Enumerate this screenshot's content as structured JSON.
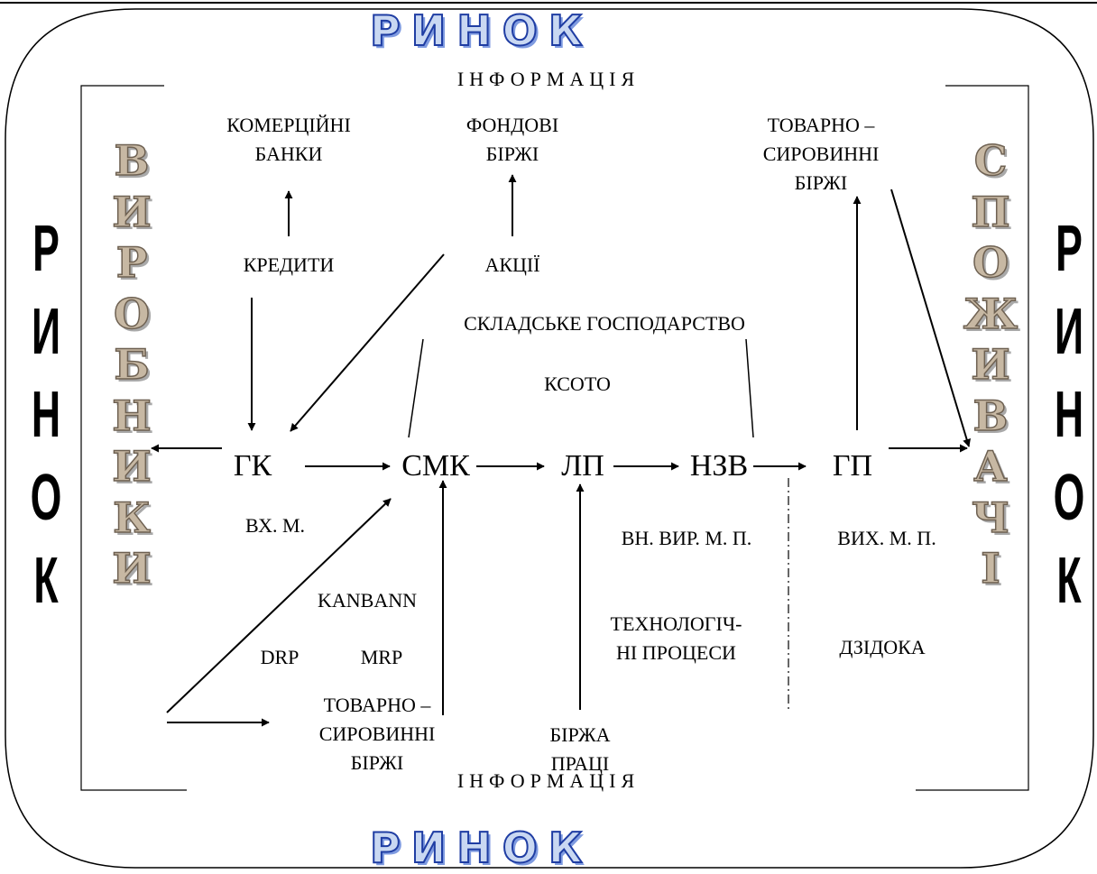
{
  "banner": {
    "top": "РИНОК",
    "bottom": "РИНОК"
  },
  "side": {
    "left": "РИНОК",
    "right": "РИНОК"
  },
  "vertical": {
    "producers": "ВИРОБНИКИ",
    "consumers": "СПОЖИВАЧІ"
  },
  "info": {
    "top": "ІНФОРМАЦІЯ",
    "bottom": "ІНФОРМАЦІЯ"
  },
  "institutions": {
    "banks": "КОМЕРЦІЙНІ\nБАНКИ",
    "stock": "ФОНДОВІ\nБІРЖІ",
    "commodity_top": "ТОВАРНО –\nСИРОВИННІ\nБІРЖІ",
    "commodity_bottom": "ТОВАРНО –\nСИРОВИННІ\nБІРЖІ",
    "labor": "БІРЖА\nПРАЦІ"
  },
  "flows": {
    "credits": "КРЕДИТИ",
    "shares": "АКЦІЇ"
  },
  "storage": {
    "title": "СКЛАДСЬКЕ ГОСПОДАРСТВО",
    "ksoto": "КСОТО"
  },
  "chain": {
    "gk": "ГК",
    "smk": "СМК",
    "lp": "ЛП",
    "nzv": "НЗВ",
    "gp": "ГП"
  },
  "zones": {
    "input": "ВХ. М.",
    "internal": "ВН. ВИР. М. П.",
    "output": "ВИХ. М. П.",
    "kanban": "KANBANN",
    "drp": "DRP",
    "mrp": "MRP",
    "tech": "ТЕХНОЛОГІЧ-\nНІ ПРОЦЕСИ",
    "dzidoka": "ДЗІДОКА"
  }
}
